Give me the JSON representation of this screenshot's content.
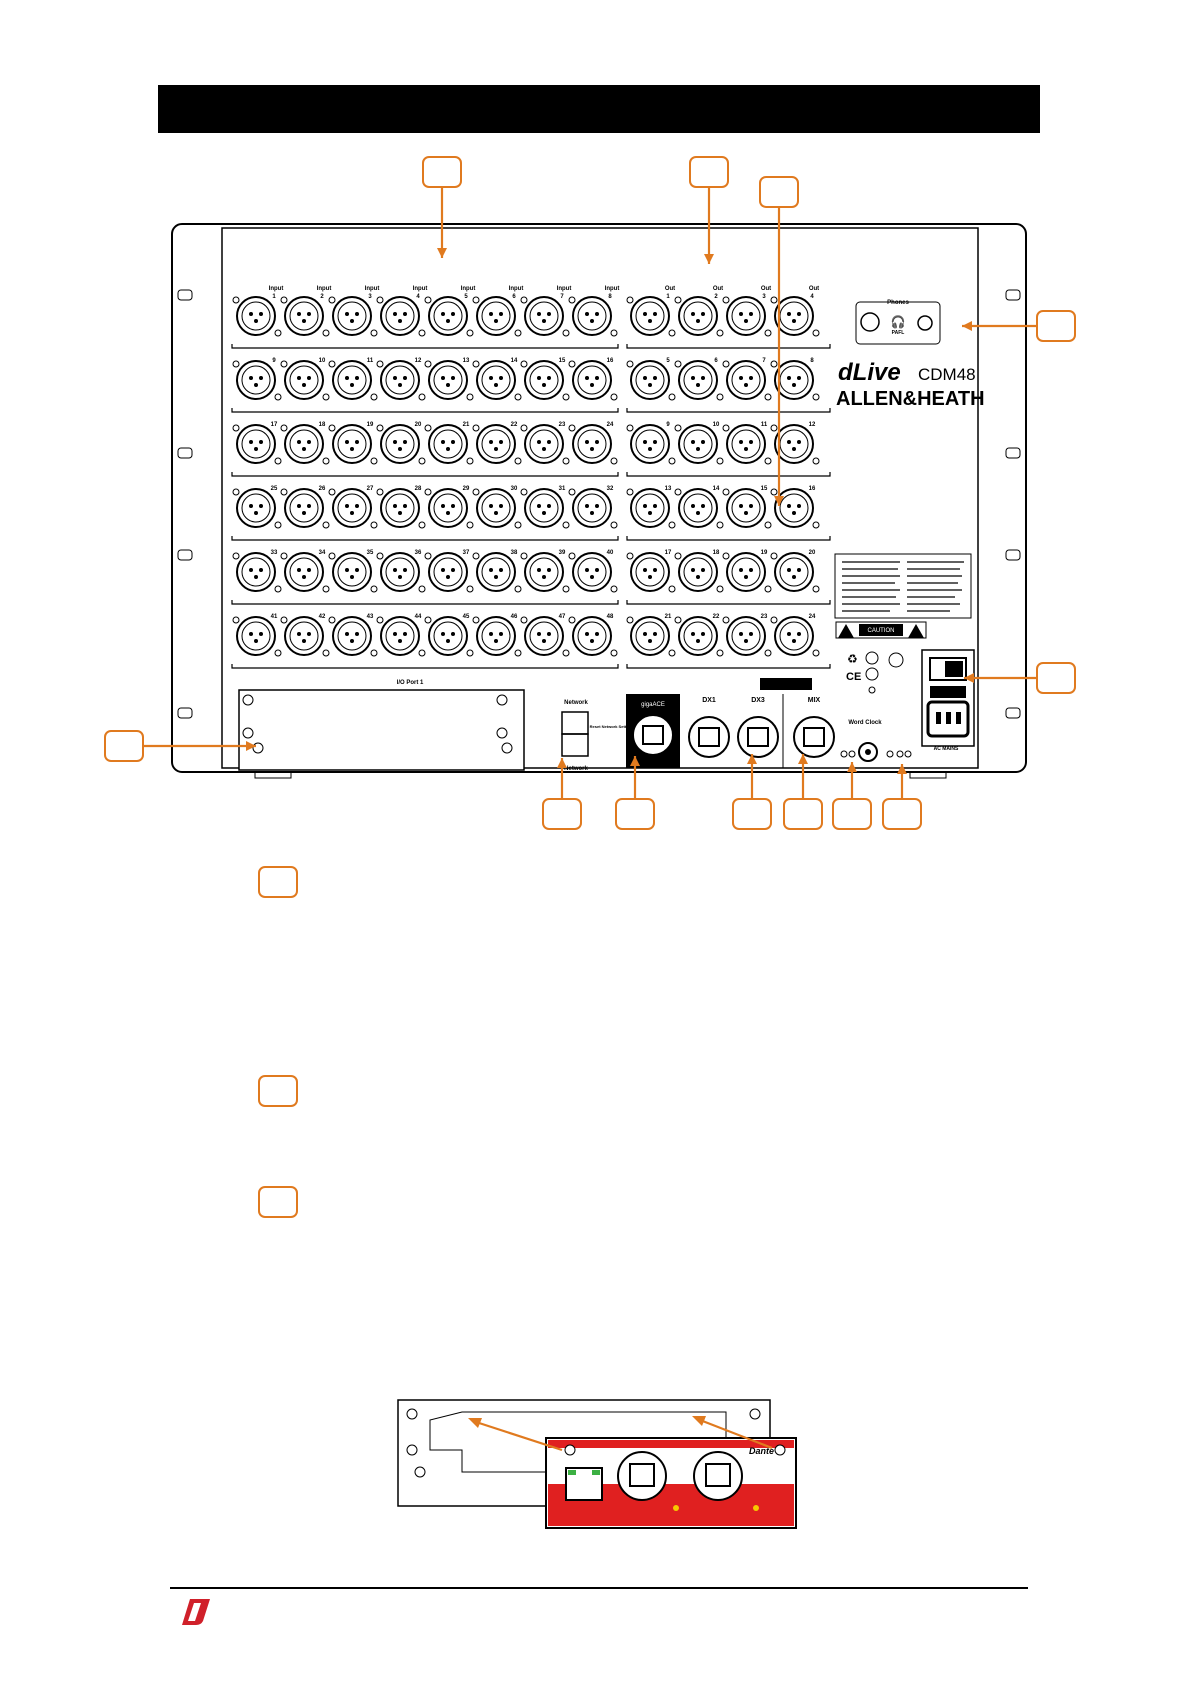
{
  "page": {
    "title_bar_text": ""
  },
  "unit": {
    "brand_series": "dLive",
    "model": "CDM48",
    "manufacturer": "ALLEN&HEATH",
    "input_header": "Input",
    "output_header": "Out",
    "input_count": 48,
    "output_count": 24,
    "phones_label": "Phones",
    "pafl_label": "PAFL",
    "io_port_label": "I/O Port 1",
    "network_label_top": "Network",
    "network_label_bottom": "Network",
    "reset_label": "Reset Network Settings",
    "gigaace_label": "gigaACE",
    "dx1_label": "DX1",
    "dx3_label": "DX3",
    "mix_label": "MIX",
    "word_clock_label": "Word Clock",
    "caution_label": "CAUTION",
    "mains_label": "AC MAINS"
  },
  "card": {
    "brand": "Dante"
  },
  "colors": {
    "callout": "#E07A1F",
    "card_red": "#E02020",
    "logo_red": "#D0202A"
  },
  "icons": {
    "footer_logo": "dlive-logo-icon"
  }
}
